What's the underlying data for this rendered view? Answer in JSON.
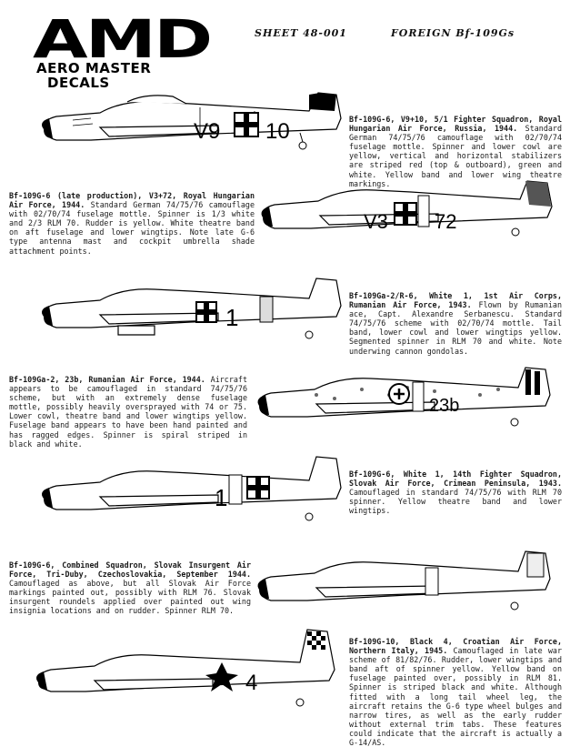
{
  "header": {
    "logo_main": "AMD",
    "logo_line1": "AERO MASTER",
    "logo_line2": "DECALS",
    "sheet": "SHEET 48-001",
    "series": "FOREIGN Bf-109Gs"
  },
  "profiles": [
    {
      "title": "Bf-109G-6, V9+10, 5/1 Fighter Squadron, Royal Hungarian Air Force, Russia, 1944.",
      "body": "Standard German 74/75/76 camouflage with 02/70/74 fuselage mottle. Spinner and lower cowl are yellow, vertical and horizontal stabilizers are striped red (top & outboard), green and white. Yellow band and lower wing theatre markings.",
      "code_left": "V9",
      "code_right": "10"
    },
    {
      "title": "Bf-109G-6 (late production), V3+72, Royal Hungarian Air Force, 1944.",
      "body": "Standard German 74/75/76 camouflage with 02/70/74 fuselage mottle. Spinner is 1/3 white and 2/3 RLM 70. Rudder is yellow. White theatre band on aft fuselage and lower wingtips. Note late G-6 type antenna mast and cockpit umbrella shade attachment points.",
      "code_left": "V3",
      "code_right": "72"
    },
    {
      "title": "Bf-109Ga-2/R-6, White 1, 1st Air Corps, Rumanian Air Force, 1943.",
      "body": "Flown by Rumanian ace, Capt. Alexandre Serbanescu. Standard 74/75/76 scheme with 02/70/74 mottle. Tail band, lower cowl and lower wingtips yellow. Segmented spinner in RLM 70 and white. Note underwing cannon gondolas.",
      "code": "1"
    },
    {
      "title": "Bf-109Ga-2, 23b, Rumanian Air Force, 1944.",
      "body": "Aircraft appears to be camouflaged in standard 74/75/76 scheme, but with an extremely dense fuselage mottle, possibly heavily oversprayed with 74 or 75. Lower cowl, theatre band and lower wingtips yellow. Fuselage band appears to have been hand painted and has ragged edges. Spinner is spiral striped in black and white.",
      "code": "23b"
    },
    {
      "title": "Bf-109G-6, White 1, 14th Fighter Squadron, Slovak Air Force, Crimean Peninsula, 1943.",
      "body": "Camouflaged in standard 74/75/76 with RLM 70 spinner. Yellow theatre band and lower wingtips.",
      "code": "1"
    },
    {
      "title": "Bf-109G-6, Combined Squadron, Slovak Insurgent Air Force, Tri-Duby, Czechoslovakia, September 1944.",
      "body": "Camouflaged as above, but all Slovak Air Force markings painted out, possibly with RLM 76. Slovak insurgent roundels applied over painted out wing insignia locations and on rudder. Spinner RLM 70."
    },
    {
      "title": "Bf-109G-10, Black 4, Croatian Air Force, Northern Italy, 1945.",
      "body": "Camouflaged in late war scheme of 81/82/76. Rudder, lower wingtips and band aft of spinner yellow. Yellow band on fuselage painted over, possibly in RLM 81. Spinner is striped black and white. Although fitted with a long tail wheel leg, the aircraft retains the G-6 type wheel bulges and narrow tires, as well as the early rudder without external trim tabs. These features could indicate that the aircraft is actually a G-14/AS.",
      "code": "4"
    }
  ]
}
